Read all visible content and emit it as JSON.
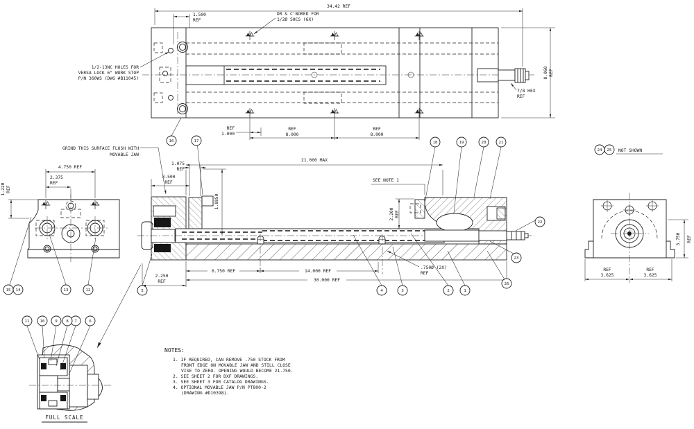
{
  "meta": {
    "background": "#ffffff",
    "ink": "#1f1f1f",
    "drawing_type": "vise assembly engineering drawing"
  },
  "top_view": {
    "dim_overall": "34.42 REF",
    "dim_a1": "1.500",
    "dim_a2": "REF",
    "cbore_1": "DR & C'BORED FOR",
    "cbore_2": "1/2Ø SHCS (6X)",
    "versa_1": "1/2-13NC HOLES FOR",
    "versa_2": "VERSA LOCK 6\" WORK STOP",
    "versa_3": "P/N 360WS (DWG #B11045)",
    "dim_height_1": "8.060",
    "dim_height_2": "REF",
    "hex_1": "7/8 HEX",
    "hex_2": "REF",
    "d1_1": "REF",
    "d1_2": "1.000",
    "d2_1": "REF",
    "d2_2": "8.000",
    "d3_1": "REF",
    "d3_2": "8.000"
  },
  "section_view": {
    "grind_1": "GRIND THIS SURFACE FLUSH WITH",
    "grind_2": "MOVABLE JAW",
    "dim_max": "21.000 MAX",
    "see_note": "SEE NOTE 1",
    "dim_1075_1": "1.075",
    "dim_1075_2": "REF",
    "dim_3500_1": "3.500",
    "dim_3500_2": "REF",
    "dim_1885": "1.8850",
    "dim_2200_1": "2.200",
    "dim_2200_2": "REF",
    "dim_2250_1": "2.250",
    "dim_2250_2": "REF",
    "dim_6750": "6.750 REF",
    "dim_14000": "14.000 REF",
    "dim_30000": "30.000 REF",
    "dim_750_1": ".750Ø (2X)",
    "dim_750_2": "REF"
  },
  "left_view": {
    "dim_4750": "4.750 REF",
    "dim_2375_1": "2.375",
    "dim_2375_2": "REF",
    "dim_1220_1": "1.220",
    "dim_1220_2": "REF"
  },
  "right_view": {
    "not_shown": "NOT SHOWN",
    "dim_3750_1": "3.750",
    "dim_3750_2": "REF",
    "d_left_1": "REF",
    "d_left_2": "3.625",
    "d_right_1": "REF",
    "d_right_2": "3.625"
  },
  "detail_view": {
    "caption": "FULL SCALE"
  },
  "notes": {
    "title": "NOTES:",
    "n1a": "1. IF REQUIRED, CAN REMOVE .750 STOCK FROM",
    "n1b": "FRONT EDGE ON MOVABLE JAW AND STILL CLOSE",
    "n1c": "VISE TO ZERO.  OPENING WOULD BECOME 21.750.",
    "n2": "2. SEE SHEET 2 FOR DXF DRAWINGS.",
    "n3": "3. SEE SHEET 3 FOR CATALOG DRAWINGS.",
    "n4a": "4. OPTIONAL MOVABLE JAW P/N PT800-2",
    "n4b": "(DRAWING #D10398)."
  },
  "balloons": [
    "1",
    "2",
    "3",
    "4",
    "5",
    "6",
    "7",
    "8",
    "9",
    "10",
    "11",
    "12",
    "13",
    "14",
    "15",
    "16",
    "17",
    "18",
    "19",
    "20",
    "21",
    "22",
    "23",
    "24",
    "25",
    "26"
  ]
}
